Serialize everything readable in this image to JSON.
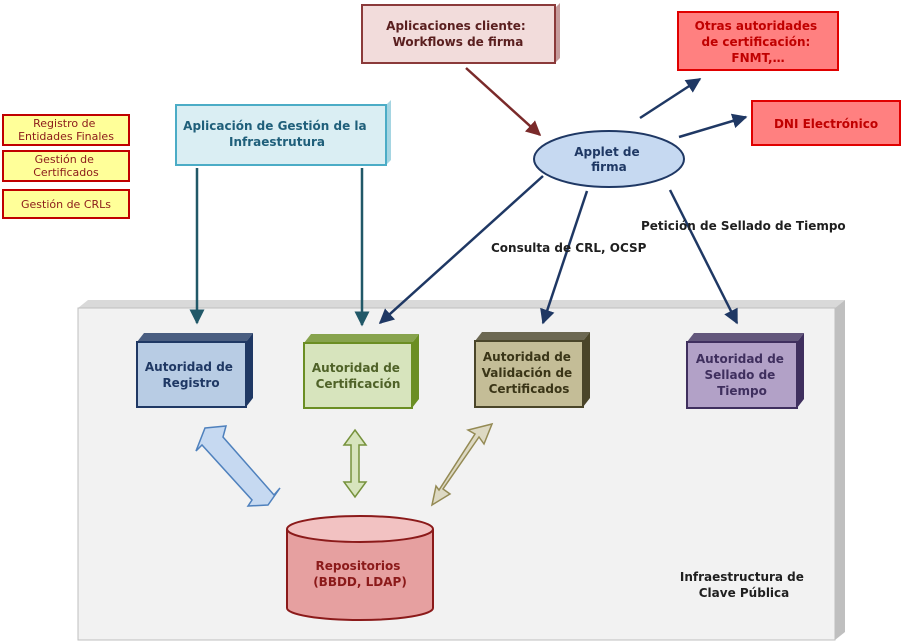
{
  "legend": {
    "item1": [
      "Registro de",
      "Entidades Finales"
    ],
    "item2": [
      "Gestión de",
      "Certificados"
    ],
    "item3": [
      "Gestión de CRLs"
    ]
  },
  "boxes": {
    "app_gestion": [
      "Aplicación de Gestión de la",
      "Infraestrutura"
    ],
    "app_cliente": [
      "Aplicaciones cliente:",
      "Workflows de firma"
    ],
    "otras_autoridades": [
      "Otras autoridades",
      "de certificación:",
      "FNMT,…"
    ],
    "dni": [
      "DNI Electrónico"
    ],
    "applet": [
      "Applet de",
      "firma"
    ]
  },
  "labels": {
    "consulta": "Consulta de CRL, OCSP",
    "peticion": "Petición de Sellado de Tiempo"
  },
  "authorities": {
    "registro": [
      "Autoridad de",
      "Registro"
    ],
    "certificacion": [
      "Autoridad de",
      "Certificación"
    ],
    "validacion": [
      "Autoridad de",
      "Validación de",
      "Certificados"
    ],
    "sellado": [
      "Autoridad de",
      "Sellado de",
      "Tiempo"
    ]
  },
  "repositorio": [
    "Repositorios",
    "(BBDD, LDAP)"
  ],
  "infra": [
    "Infraestructura de",
    "Clave Pública"
  ],
  "colors": {
    "legend_fill": "#ffff99",
    "legend_border": "#c00000",
    "legend_text": "#8b1a1a",
    "app_gestion_fill": "#daeef3",
    "app_gestion_border": "#4bacc6",
    "app_gestion_text": "#1f5f7a",
    "app_cliente_fill": "#f2dcdb",
    "app_cliente_border": "#8b3a3a",
    "app_cliente_text": "#5a1f1f",
    "red_fill": "#ff8080",
    "red_border": "#e00000",
    "red_text": "#c00000",
    "applet_fill": "#c6d9f1",
    "applet_border": "#1f3864",
    "applet_text": "#1f3864",
    "arrow_dark": "#1f3864",
    "arrow_teal": "#215868",
    "arrow_brown": "#7a2a2a",
    "platform_fill": "#f2f2f2",
    "platform_side": "#bfbfbf",
    "registro_front": "#b8cce4",
    "registro_side": "#1f3864",
    "registro_text": "#1f3864",
    "cert_front": "#d7e4bd",
    "cert_side": "#6b8e23",
    "cert_text": "#4f6228",
    "valid_front": "#c4bd97",
    "valid_side": "#4a4529",
    "valid_text": "#3a3517",
    "sellado_front": "#b2a1c7",
    "sellado_side": "#3f2f5e",
    "sellado_text": "#3f2f5e",
    "repo_fill": "#e6a0a0",
    "repo_top": "#f2c2c2",
    "repo_border": "#8b1a1a",
    "repo_text": "#8b1a1a",
    "dbl_blue_fill": "#c6d9f1",
    "dbl_blue_border": "#4f81bd",
    "dbl_green_fill": "#d7e4bd",
    "dbl_green_border": "#76923c",
    "dbl_tan_fill": "#ddd9c3",
    "dbl_tan_border": "#948a54"
  }
}
